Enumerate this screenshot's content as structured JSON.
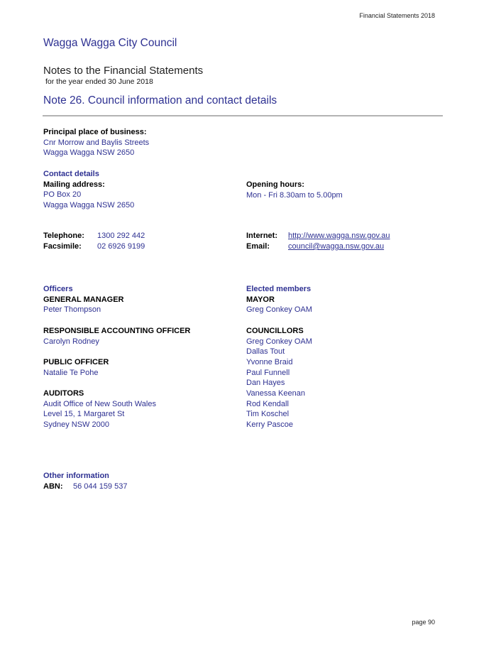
{
  "header": {
    "running_title": "Financial Statements 2018",
    "organisation": "Wagga Wagga City Council",
    "notes_title": "Notes to the Financial Statements",
    "period": "for the year ended 30 June 2018",
    "note_title": "Note 26. Council information and contact details"
  },
  "business": {
    "heading": "Principal place of business:",
    "lines": [
      "Cnr Morrow and Baylis Streets",
      "Wagga Wagga NSW 2650"
    ]
  },
  "contact": {
    "section": "Contact details",
    "mailing_heading": "Mailing address:",
    "mailing_lines": [
      "PO Box 20",
      "Wagga Wagga NSW 2650"
    ],
    "hours_heading": "Opening hours:",
    "hours_value": "Mon - Fri 8.30am to 5.00pm",
    "telephone_label": "Telephone:",
    "telephone_value": "1300 292 442",
    "facsimile_label": "Facsimile:",
    "facsimile_value": "02 6926 9199",
    "internet_label": "Internet:",
    "internet_value": "http://www.wagga.nsw.gov.au",
    "email_label": "Email:",
    "email_value": "council@wagga.nsw.gov.au"
  },
  "officers": {
    "section": "Officers",
    "gm_heading": "GENERAL MANAGER",
    "gm_name": "Peter Thompson",
    "rao_heading": "RESPONSIBLE ACCOUNTING OFFICER",
    "rao_name": "Carolyn Rodney",
    "po_heading": "PUBLIC OFFICER",
    "po_name": "Natalie Te Pohe",
    "auditors_heading": "AUDITORS",
    "auditors_lines": [
      "Audit Office of New South Wales",
      "Level 15, 1 Margaret St",
      "Sydney NSW 2000"
    ]
  },
  "elected": {
    "section": "Elected members",
    "mayor_heading": "MAYOR",
    "mayor_name": "Greg Conkey OAM",
    "councillors_heading": "COUNCILLORS",
    "councillors": [
      "Greg Conkey OAM",
      "Dallas Tout",
      "Yvonne Braid",
      "Paul Funnell",
      "Dan Hayes",
      "Vanessa Keenan",
      "Rod Kendall",
      "Tim Koschel",
      "Kerry Pascoe"
    ]
  },
  "other": {
    "section": "Other information",
    "abn_label": "ABN:",
    "abn_value": "56 044 159 537"
  },
  "footer": {
    "page": "page 90"
  }
}
